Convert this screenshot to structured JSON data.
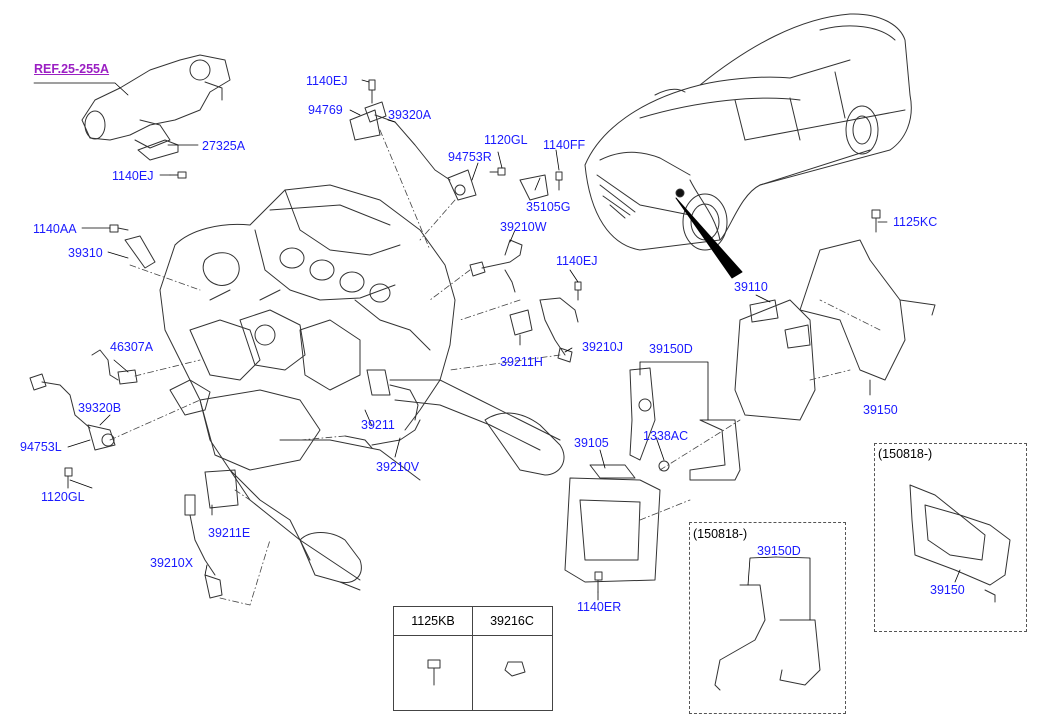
{
  "colors": {
    "label": "#1a1aff",
    "ref": "#9b1fc3",
    "line": "#333333",
    "leader": "#000000"
  },
  "ref_label": "REF.25-255A",
  "parts": {
    "p1140EJ_top": "1140EJ",
    "p94769": "94769",
    "p39320A": "39320A",
    "p27325A": "27325A",
    "p1140EJ_left": "1140EJ",
    "p1120GL_top": "1120GL",
    "p1140FF": "1140FF",
    "p94753R": "94753R",
    "p35105G": "35105G",
    "p1140AA": "1140AA",
    "p39210W": "39210W",
    "p39310": "39310",
    "p1140EJ_mid": "1140EJ",
    "p1125KC": "1125KC",
    "p39110": "39110",
    "p46307A": "46307A",
    "p39211H": "39211H",
    "p39210J": "39210J",
    "p39150D": "39150D",
    "p39320B": "39320B",
    "p39150": "39150",
    "p39211": "39211",
    "p1338AC": "1338AC",
    "p39105": "39105",
    "p94753L": "94753L",
    "p39210V": "39210V",
    "p1120GL_left": "1120GL",
    "p39211E": "39211E",
    "p39210X": "39210X",
    "p1140ER": "1140ER",
    "p39150D_box": "39150D",
    "p39150_box": "39150"
  },
  "variant_boxes": {
    "right_date": "(150818-)",
    "lower_date": "(150818-)"
  },
  "table": {
    "col1": "1125KB",
    "col2": "39216C"
  }
}
